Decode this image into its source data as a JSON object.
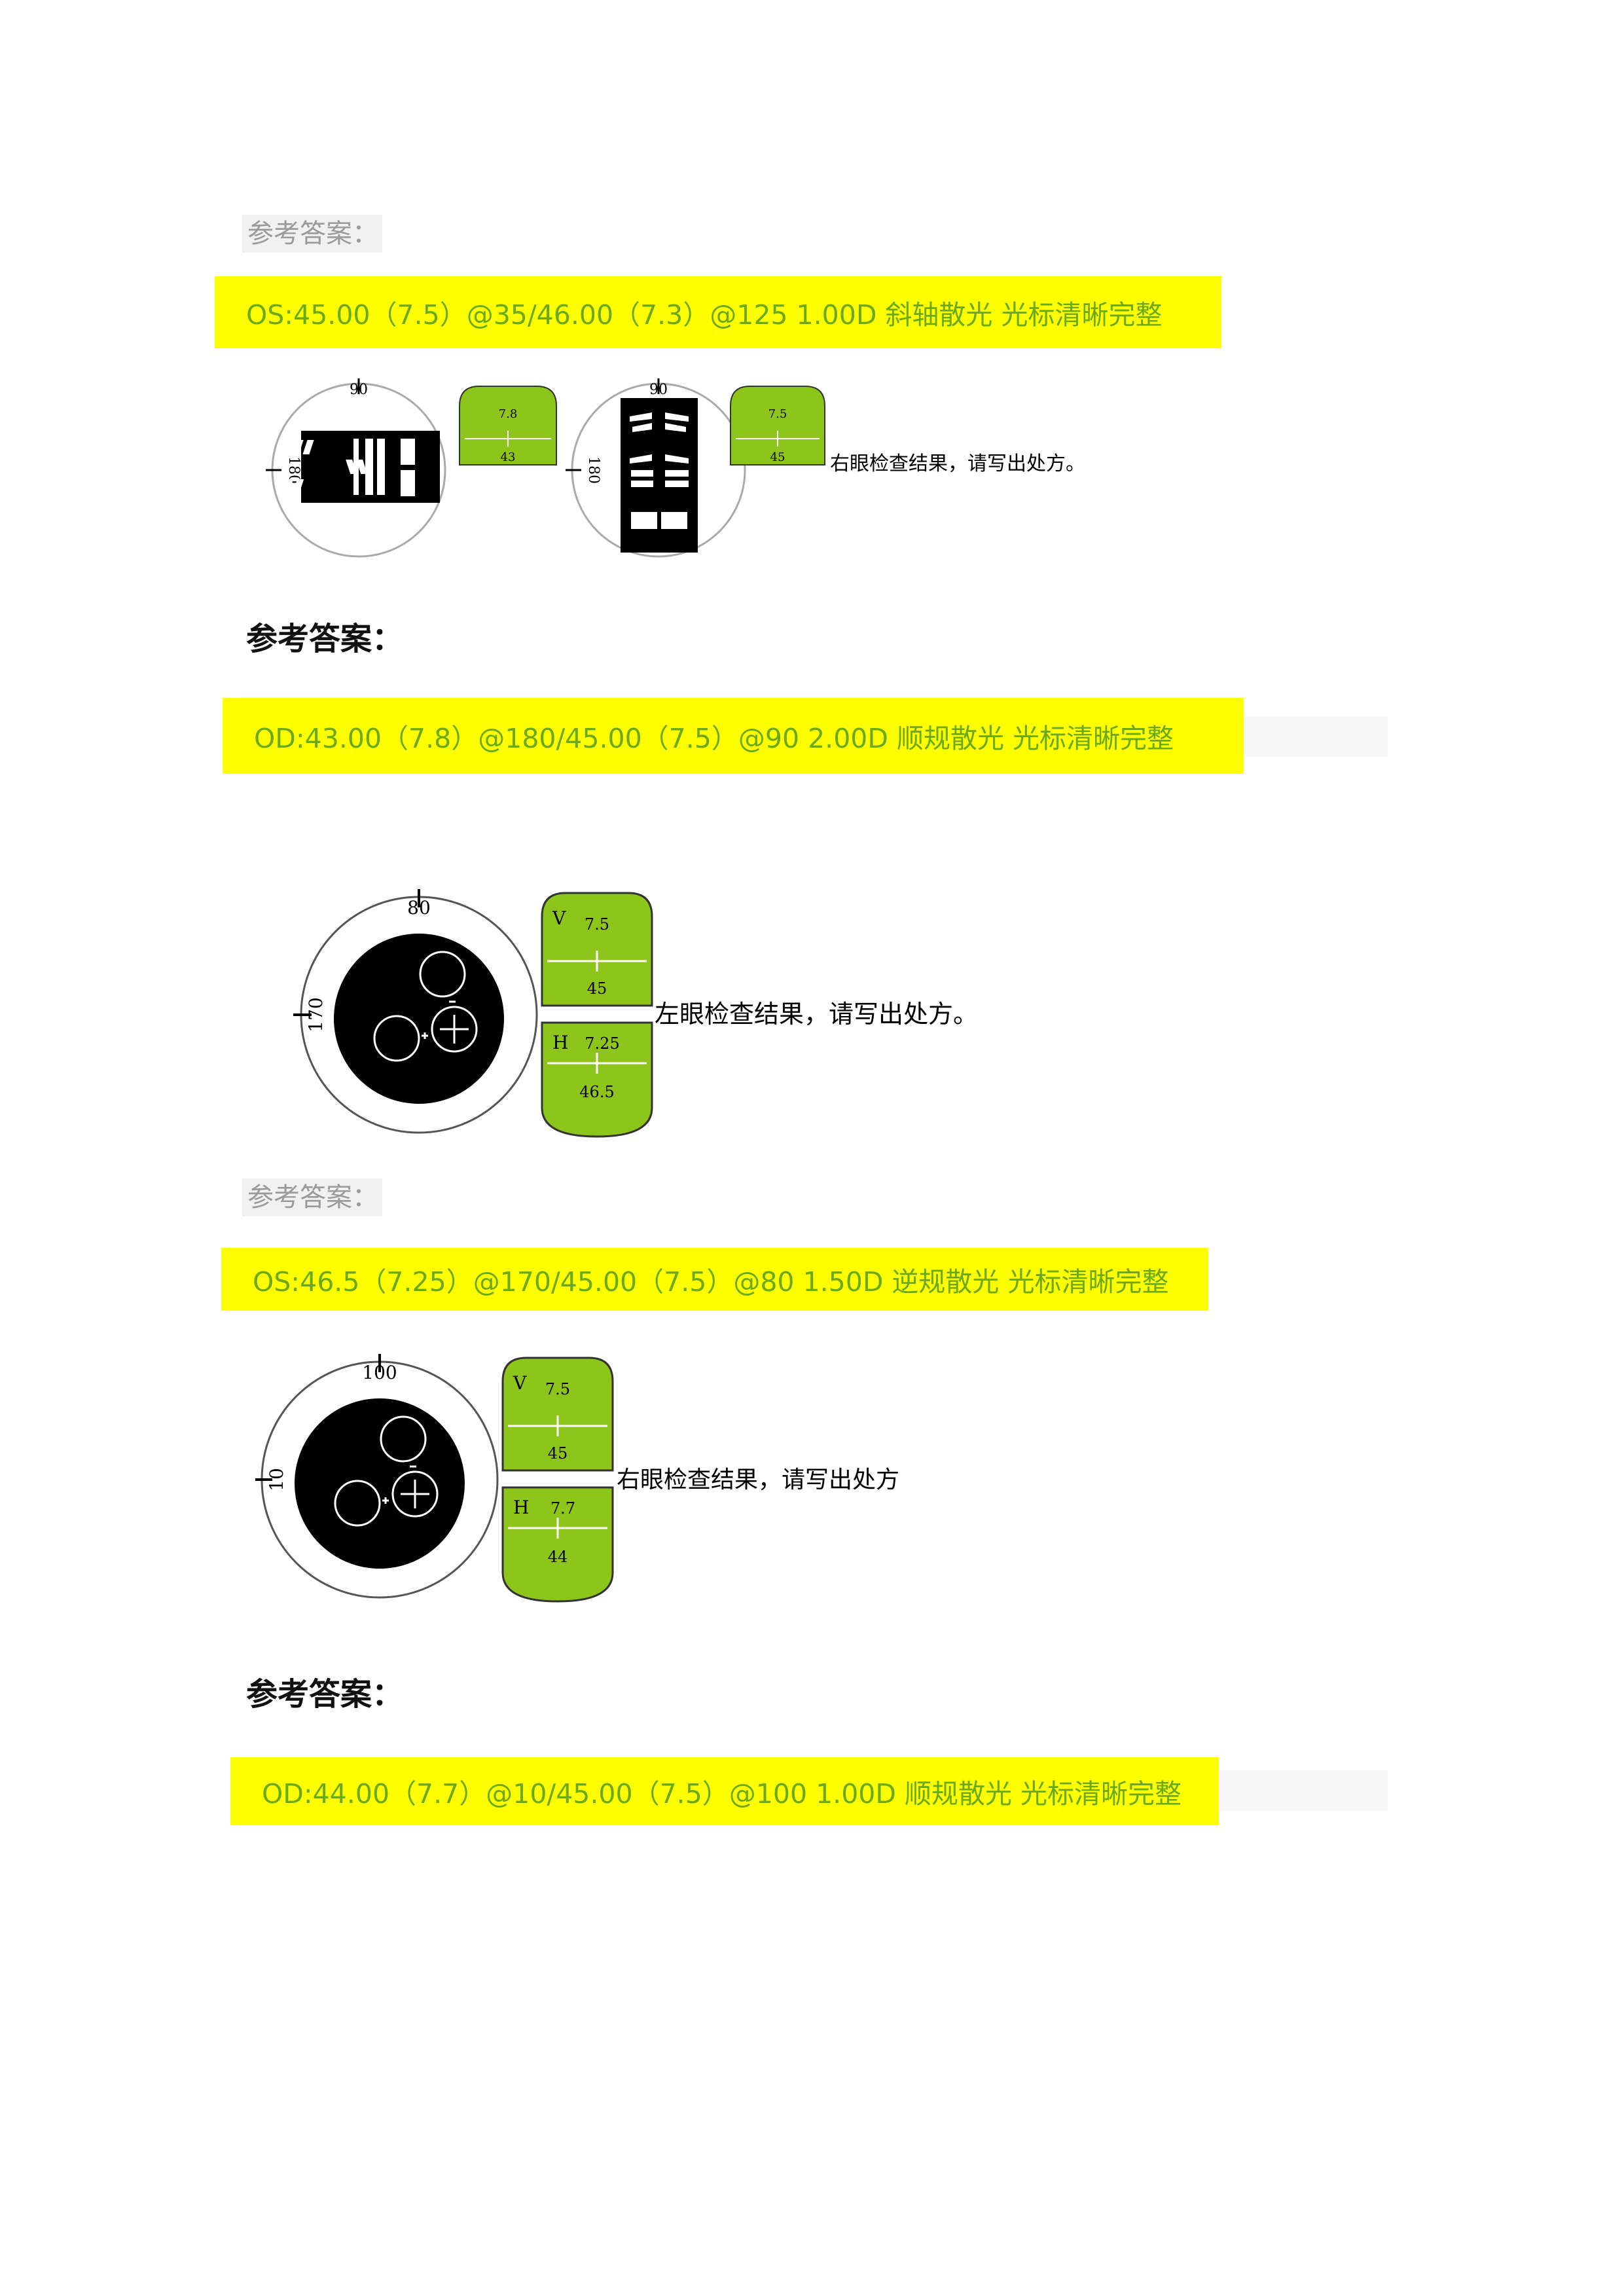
{
  "colors": {
    "highlight": "#ffff00",
    "answer_text": "#6aaa18",
    "label_green": "#8ec51b",
    "grey_label_bg": "#f1f1f1"
  },
  "sections": [
    {
      "ref_label": "参考答案：",
      "answer": "OS:45.00（7.5）@35/46.00（7.3）@125   1.00D   斜轴散光  光标清晰完整"
    },
    {
      "figure": {
        "dial1": {
          "top": "90",
          "left": "180"
        },
        "mire1": {
          "top": "7.8",
          "bottom": "43"
        },
        "dial2": {
          "top": "90",
          "left": "180"
        },
        "mire2": {
          "top": "7.5",
          "bottom": "45"
        },
        "caption": "右眼检查结果，请写出处方。"
      },
      "ref_label": "参考答案：",
      "answer": "OD:43.00（7.8）@180/45.00（7.5）@90   2.00D   顺规散光  光标清晰完整"
    },
    {
      "figure": {
        "dial": {
          "top": "80",
          "left": "170"
        },
        "mire_v": {
          "axis": "V",
          "top": "7.5",
          "bottom": "45"
        },
        "mire_h": {
          "axis": "H",
          "top": "7.25",
          "bottom": "46.5"
        },
        "caption": "左眼检查结果，请写出处方。"
      },
      "ref_label": "参考答案：",
      "answer": "OS:46.5（7.25）@170/45.00（7.5）@80   1.50D   逆规散光  光标清晰完整"
    },
    {
      "figure": {
        "dial": {
          "top": "100",
          "left": "10"
        },
        "mire_v": {
          "axis": "V",
          "top": "7.5",
          "bottom": "45"
        },
        "mire_h": {
          "axis": "H",
          "top": "7.7",
          "bottom": "44"
        },
        "caption": "右眼检查结果，请写出处方"
      },
      "ref_label": "参考答案：",
      "answer": "OD:44.00（7.7）@10/45.00（7.5）@100   1.00D   顺规散光  光标清晰完整"
    }
  ]
}
